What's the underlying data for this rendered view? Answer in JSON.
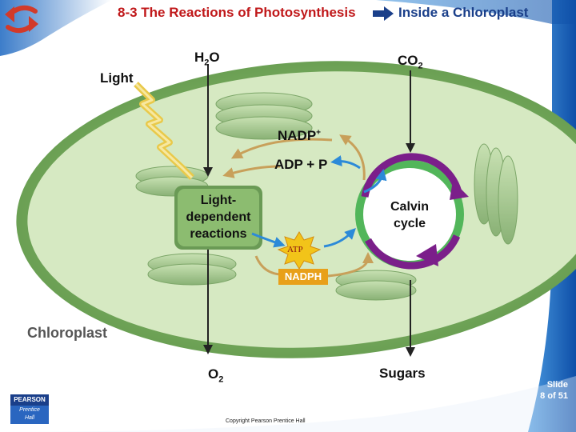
{
  "header": {
    "section_title": "8-3 The Reactions of Photosynthesis",
    "subtopic": "Inside a Chloroplast"
  },
  "diagram": {
    "light": "Light",
    "h2o": "H",
    "h2o_sub": "2",
    "h2o_tail": "O",
    "co2": "CO",
    "co2_sub": "2",
    "nadp": "NADP",
    "nadp_sup": "+",
    "adp": "ADP + P",
    "light_dep_1": "Light-",
    "light_dep_2": "dependent",
    "light_dep_3": "reactions",
    "calvin_1": "Calvin",
    "calvin_2": "cycle",
    "atp": "ATP",
    "nadph": "NADPH",
    "chloroplast": "Chloroplast",
    "o2": "O",
    "o2_sub": "2",
    "sugars": "Sugars"
  },
  "footer": {
    "slide_word": "Slide",
    "slide_pos": "8 of 51",
    "copyright": "Copyright Pearson Prentice Hall",
    "logo_top": "PEARSON",
    "logo_bottom_1": "Prentice",
    "logo_bottom_2": "Hall"
  },
  "colors": {
    "sidebar_blue": "#1f6fc0",
    "title_red": "#c0181a",
    "title_blue": "#1a3f8a",
    "chloroplast_outer": "#6fa25a",
    "chloroplast_inner": "#d4e8bf",
    "calvin_purple": "#7b1f8a",
    "calvin_ring_green": "#52b65a",
    "arrow_blue": "#2c8ad8",
    "arrow_tan": "#c8a05a",
    "nadph_orange": "#e8a01a"
  }
}
